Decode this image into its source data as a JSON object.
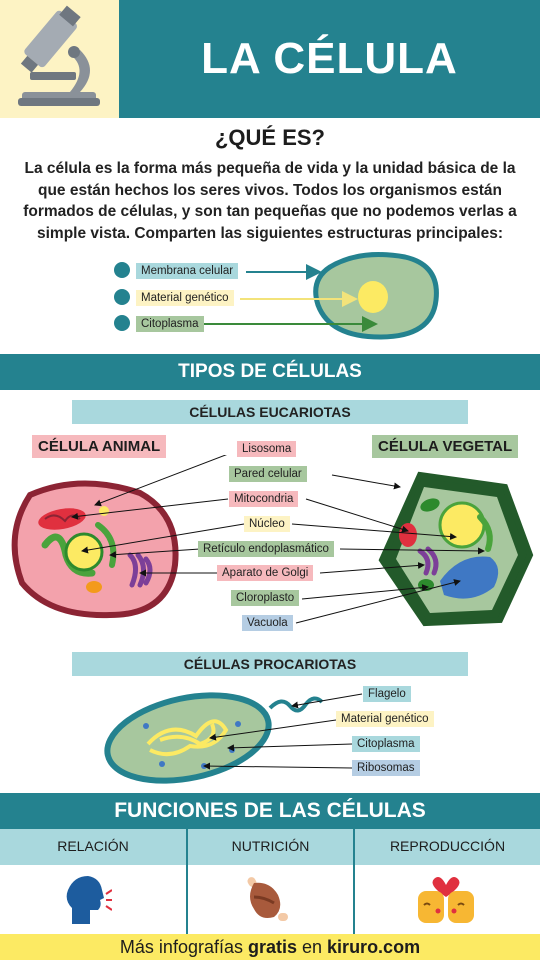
{
  "header": {
    "title": "LA CÉLULA"
  },
  "intro": {
    "heading": "¿QUÉ ES?",
    "text": "La célula es la forma más pequeña de vida y la unidad básica de la que están hechos los seres vivos. Todos los organismos están formados de células, y son tan pequeñas que no podemos verlas a simple vista. Comparten las siguientes estructuras principales:"
  },
  "structures": [
    "Membrana celular",
    "Material genético",
    "Citoplasma"
  ],
  "types": {
    "title": "TIPOS DE CÉLULAS",
    "eukaryotes": "CÉLULAS EUCARIOTAS",
    "animal": "CÉLULA ANIMAL",
    "plant": "CÉLULA VEGETAL",
    "organelles": [
      "Lisosoma",
      "Pared celular",
      "Mitocondria",
      "Núcleo",
      "Retículo endoplasmático",
      "Aparato de Golgi",
      "Cloroplasto",
      "Vacuola"
    ],
    "prokaryotes": "CÉLULAS PROCARIOTAS",
    "prokaryote_parts": [
      "Flagelo",
      "Material genético",
      "Citoplasma",
      "Ribosomas"
    ]
  },
  "functions": {
    "title": "FUNCIONES DE LAS CÉLULAS",
    "items": [
      "RELACIÓN",
      "NUTRICIÓN",
      "REPRODUCCIÓN"
    ]
  },
  "footer": {
    "prefix": "Más infografías ",
    "bold": "gratis",
    "middle": " en ",
    "brand": "kiruro.com"
  },
  "colors": {
    "teal": "#24828f",
    "light_teal": "#a9d8dd",
    "cream": "#fdf3c4",
    "footer_yellow": "#fcea63"
  },
  "icons": [
    "microscope-icon",
    "speaking-head-icon",
    "meat-bone-icon",
    "kissing-faces-icon"
  ]
}
